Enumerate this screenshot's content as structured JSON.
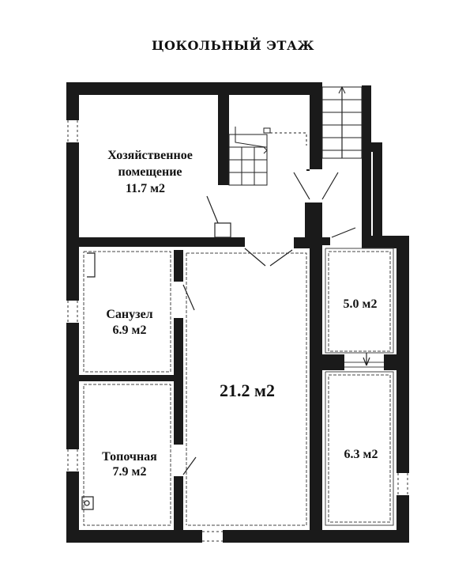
{
  "plan": {
    "title": "ЦОКОЛЬНЫЙ ЭТАЖ",
    "rooms": {
      "utility": {
        "name_line1": "Хозяйственное",
        "name_line2": "помещение",
        "area": "11.7 м2"
      },
      "bathroom": {
        "name": "Санузел",
        "area": "6.9 м2"
      },
      "boiler": {
        "name": "Топочная",
        "area": "7.9 м2"
      },
      "hall": {
        "area": "21.2 м2"
      },
      "small_room_upper": {
        "area": "5.0 м2"
      },
      "small_room_lower": {
        "area": "6.3 м2"
      }
    }
  }
}
